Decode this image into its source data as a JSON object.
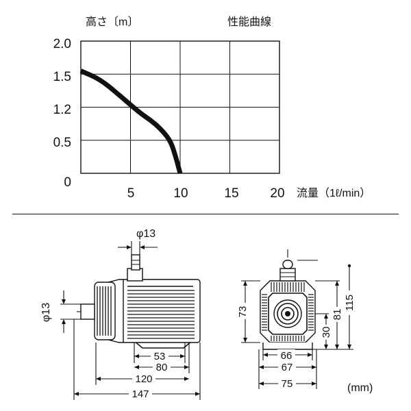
{
  "chart": {
    "y_axis_label": "高さ〔m〕",
    "title": "性能曲線",
    "x_axis_label": "流量（1ℓ/min）",
    "y_ticks": [
      "2.0",
      "1.5",
      "1.2",
      "0.5",
      "0"
    ],
    "x_ticks": [
      "5",
      "10",
      "15",
      "20"
    ]
  },
  "chart_data": {
    "type": "line",
    "title": "性能曲線",
    "xlabel": "流量（1ℓ/min）",
    "ylabel": "高さ〔m〕",
    "x_tick_labels": [
      "0",
      "5",
      "10",
      "15",
      "20"
    ],
    "y_tick_labels": [
      "0",
      "0.5",
      "1.2",
      "1.5",
      "2.0"
    ],
    "xlim": [
      0,
      20
    ],
    "ylim": [
      0,
      2.0
    ],
    "grid": true,
    "series": [
      {
        "x": [
          0,
          2,
          4,
          6,
          7,
          8,
          9,
          9.5,
          10
        ],
        "y": [
          1.55,
          1.45,
          1.3,
          1.07,
          0.93,
          0.75,
          0.5,
          0.28,
          0
        ]
      }
    ]
  },
  "drawing": {
    "unit": "(mm)",
    "dims": {
      "outlet_dia": "φ13",
      "inlet_dia": "φ13",
      "d53": "53",
      "d80": "80",
      "d120": "120",
      "d147": "147",
      "d73": "73",
      "d30": "30",
      "d81": "81",
      "d115": "115",
      "d66": "66",
      "d67": "67",
      "d75": "75"
    }
  }
}
